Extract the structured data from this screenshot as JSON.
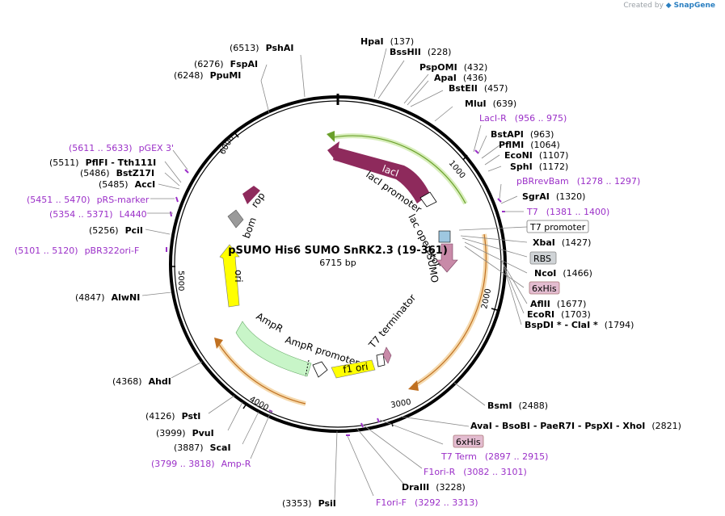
{
  "credit": {
    "prefix": "Created by",
    "brand": "SnapGene"
  },
  "plasmid": {
    "name": "pSUMO His6 SUMO SnRK2.3 (19-361)",
    "size": "6715 bp"
  },
  "ticks": [
    "1000",
    "2000",
    "3000",
    "4000",
    "5000",
    "6000"
  ],
  "features": {
    "lacI": "lacI",
    "lacI_promoter": "lacI promoter",
    "lac_operator": "lac operator",
    "sumo": "SUMO",
    "rop": "rop",
    "bom": "bom",
    "ori": "ori",
    "ampR": "AmpR",
    "ampR_promoter": "AmpR promoter",
    "f1_ori": "f1 ori",
    "t7_terminator": "T7 terminator"
  },
  "sites": [
    {
      "name": "HpaI",
      "pos": "(137)"
    },
    {
      "name": "BssHII",
      "pos": "(228)"
    },
    {
      "name": "PspOMI",
      "pos": "(432)"
    },
    {
      "name": "ApaI",
      "pos": "(436)"
    },
    {
      "name": "BstEII",
      "pos": "(457)"
    },
    {
      "name": "MluI",
      "pos": "(639)"
    },
    {
      "name": "BstAPI",
      "pos": "(963)"
    },
    {
      "name": "PflMI",
      "pos": "(1064)"
    },
    {
      "name": "EcoNI",
      "pos": "(1107)"
    },
    {
      "name": "SphI",
      "pos": "(1172)"
    },
    {
      "name": "SgrAI",
      "pos": "(1320)"
    },
    {
      "name": "XbaI",
      "pos": "(1427)"
    },
    {
      "name": "NcoI",
      "pos": "(1466)"
    },
    {
      "name": "AflII",
      "pos": "(1677)"
    },
    {
      "name": "EcoRI",
      "pos": "(1703)"
    },
    {
      "name": "BspDI * - ClaI *",
      "pos": "(1794)"
    },
    {
      "name": "BsmI",
      "pos": "(2488)"
    },
    {
      "name": "AvaI - BsoBI - PaeR7I - PspXI - XhoI",
      "pos": "(2821)"
    },
    {
      "name": "DraIII",
      "pos": "(3228)"
    },
    {
      "name": "PsiI",
      "pos": "(3353)"
    },
    {
      "name": "ScaI",
      "pos": "(3887)"
    },
    {
      "name": "PvuI",
      "pos": "(3999)"
    },
    {
      "name": "PstI",
      "pos": "(4126)"
    },
    {
      "name": "AhdI",
      "pos": "(4368)"
    },
    {
      "name": "AlwNI",
      "pos": "(4847)"
    },
    {
      "name": "PciI",
      "pos": "(5256)"
    },
    {
      "name": "AccI",
      "pos": "(5485)"
    },
    {
      "name": "BstZ17I",
      "pos": "(5486)"
    },
    {
      "name": "PflFI - Tth111I",
      "pos": "(5511)"
    },
    {
      "name": "PpuMI",
      "pos": "(6248)"
    },
    {
      "name": "FspAI",
      "pos": "(6276)"
    },
    {
      "name": "PshAI",
      "pos": "(6513)"
    }
  ],
  "primers": [
    {
      "name": "LacI-R",
      "range": "(956 .. 975)"
    },
    {
      "name": "pBRrevBam",
      "range": "(1278 .. 1297)"
    },
    {
      "name": "T7",
      "range": "(1381 .. 1400)"
    },
    {
      "name": "T7 Term",
      "range": "(2897 .. 2915)"
    },
    {
      "name": "F1ori-R",
      "range": "(3082 .. 3101)"
    },
    {
      "name": "F1ori-F",
      "range": "(3292 .. 3313)"
    },
    {
      "name": "Amp-R",
      "range": "(3799 .. 3818)"
    },
    {
      "name": "pBR322ori-F",
      "range": "(5101 .. 5120)"
    },
    {
      "name": "L4440",
      "range": "(5354 .. 5371)"
    },
    {
      "name": "pRS-marker",
      "range": "(5451 .. 5470)"
    },
    {
      "name": "pGEX 3'",
      "range": "(5611 .. 5633)"
    }
  ],
  "boxed": {
    "t7_promoter": "T7 promoter",
    "rbs": "RBS",
    "his_a": "6xHis",
    "his_b": "6xHis"
  },
  "colors": {
    "backbone": "#000000",
    "lacI": "#8e2a5c",
    "sumo": "#c88aa8",
    "rop": "#8e2a5c",
    "bom": "#9a9a9a",
    "ori": "#ffff00",
    "ampR": "#c8f5c8",
    "primer": "#9b30c8",
    "orf_lane_green": "#b8e08a",
    "orf_lane_orange": "#f0c080"
  }
}
